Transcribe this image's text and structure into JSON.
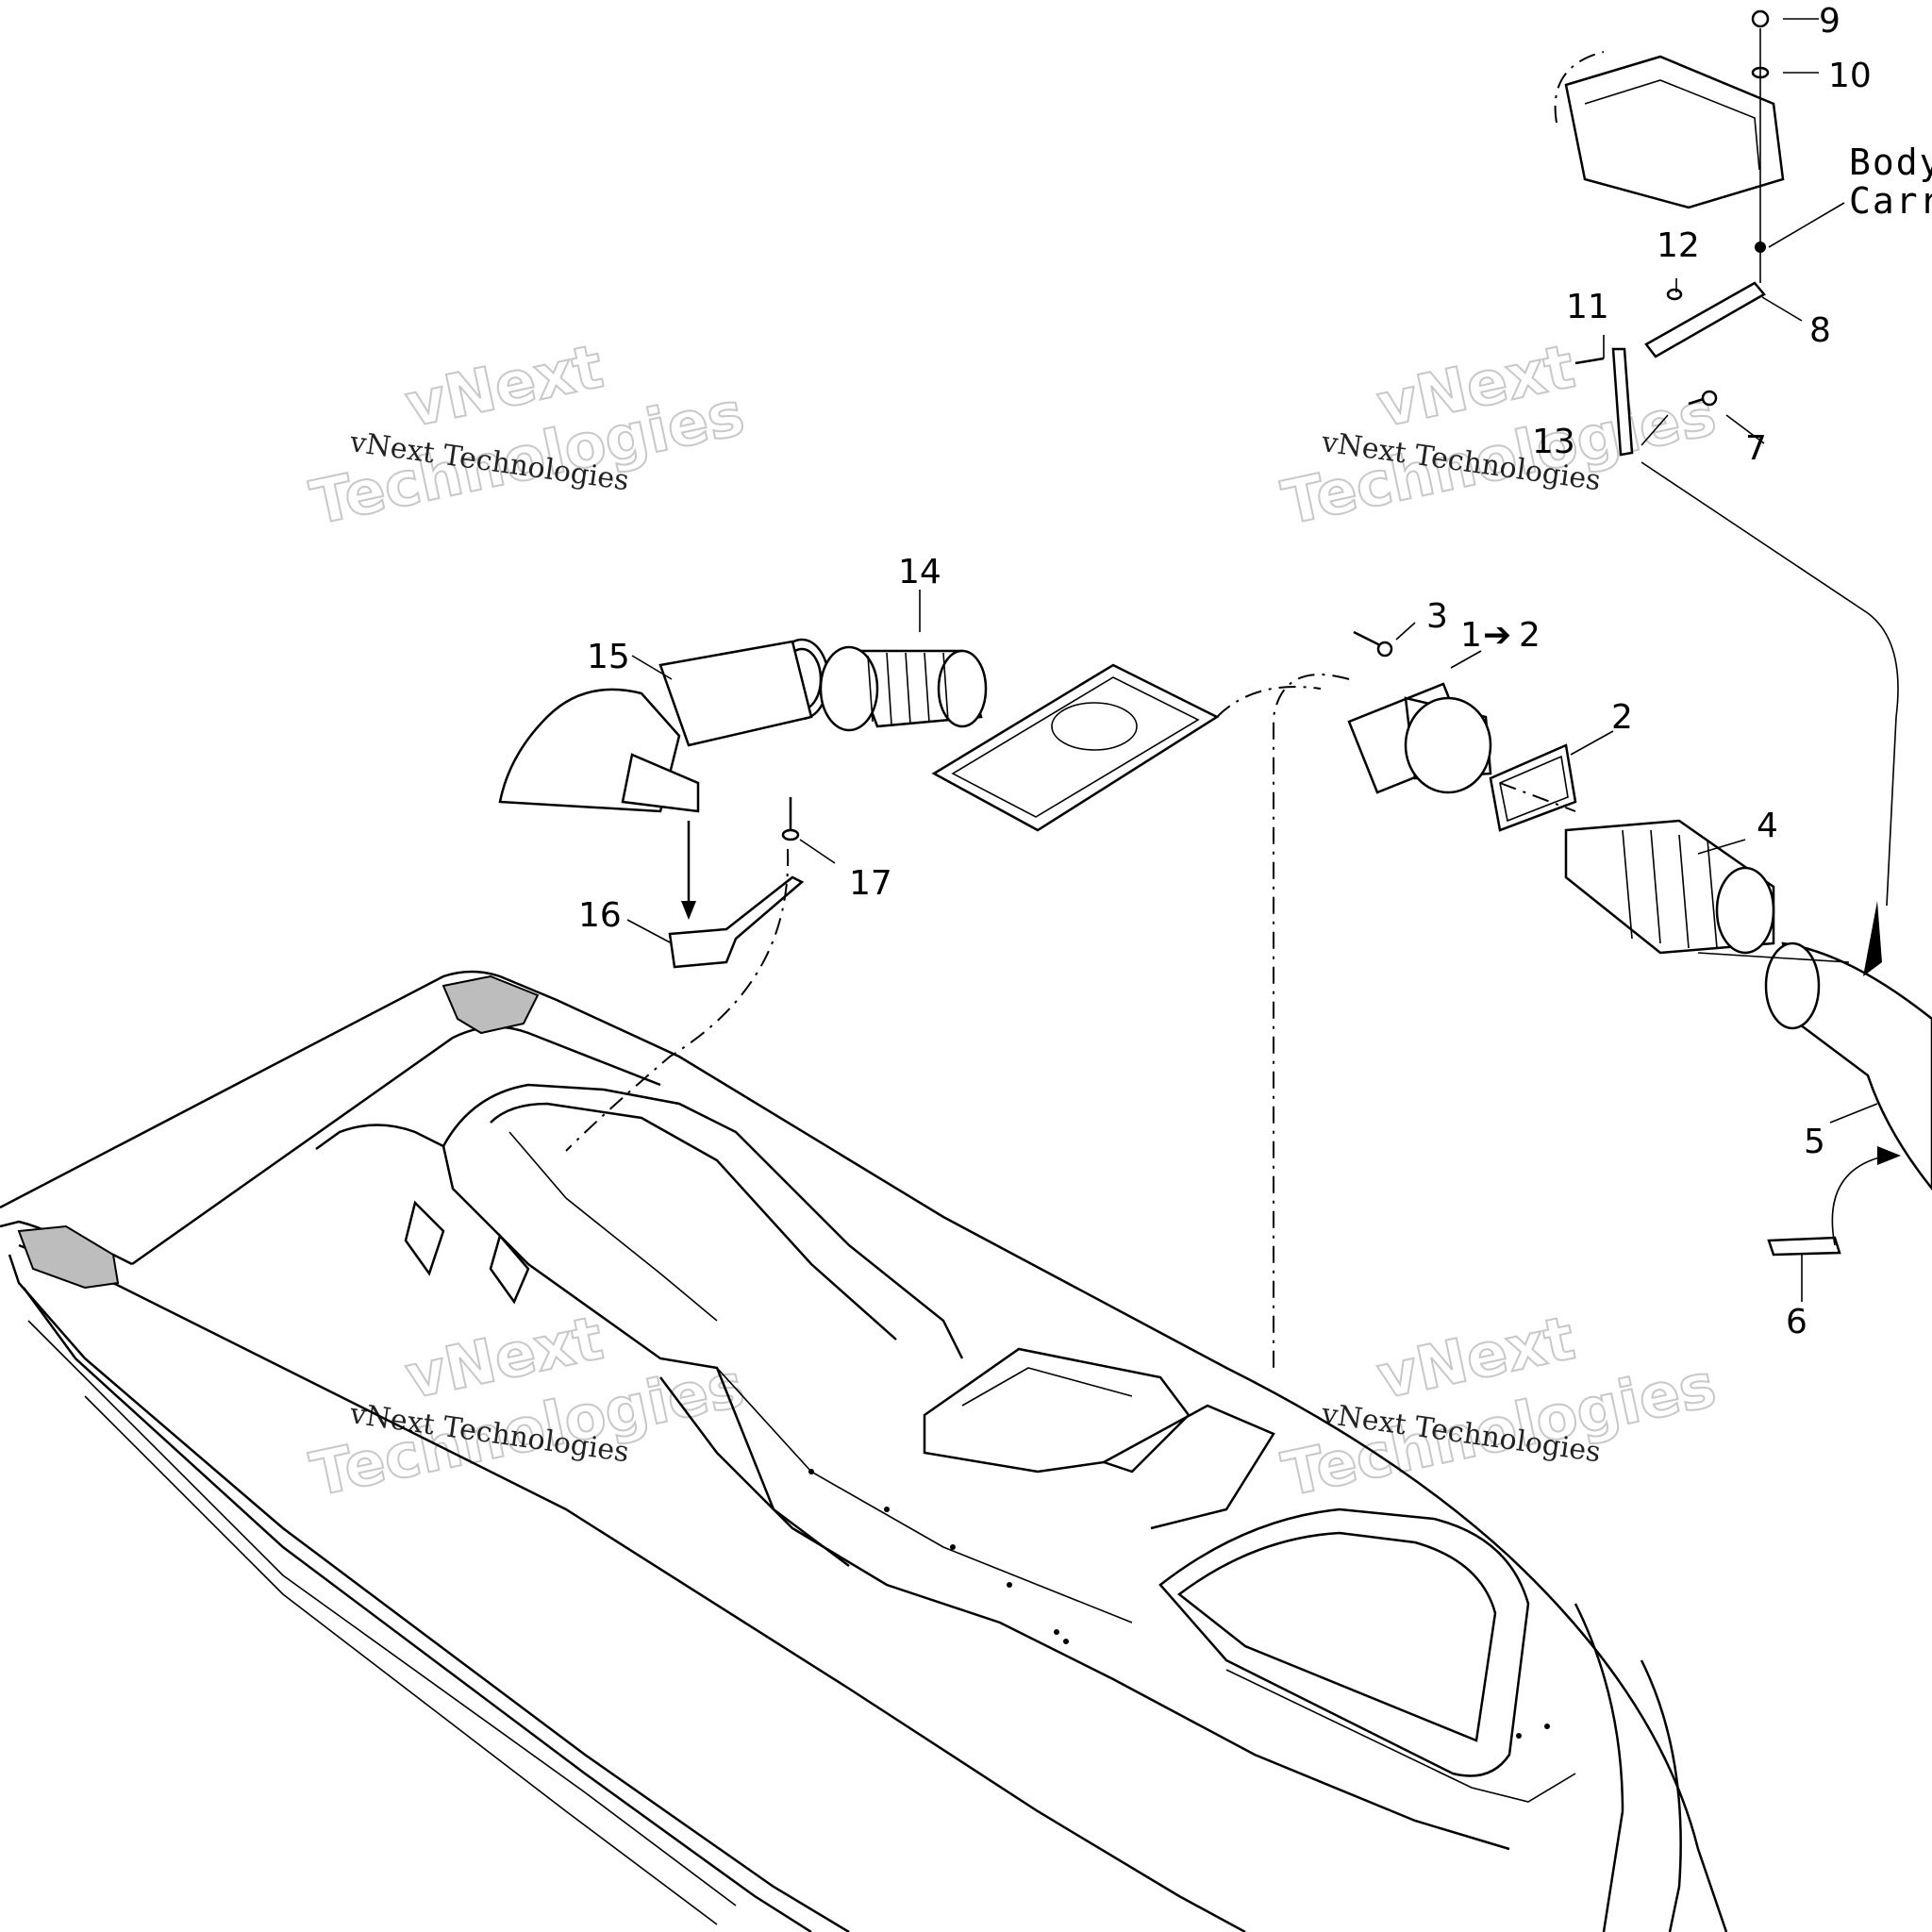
{
  "callouts": {
    "c1": "1",
    "c1_arrow": "➔",
    "c1_target": "2",
    "c2": "2",
    "c3": "3",
    "c4": "4",
    "c5": "5",
    "c6": "6",
    "c7": "7",
    "c8": "8",
    "c9": "9",
    "c10": "10",
    "c11": "11",
    "c12": "12",
    "c13": "13",
    "c14": "14",
    "c15": "15",
    "c16": "16",
    "c17": "17"
  },
  "reference_note": {
    "line1": "Body",
    "line2": "Carro"
  },
  "watermarks": {
    "small": "vNext Technologies",
    "big_line1": "vNext",
    "big_line2": "Technologies"
  }
}
